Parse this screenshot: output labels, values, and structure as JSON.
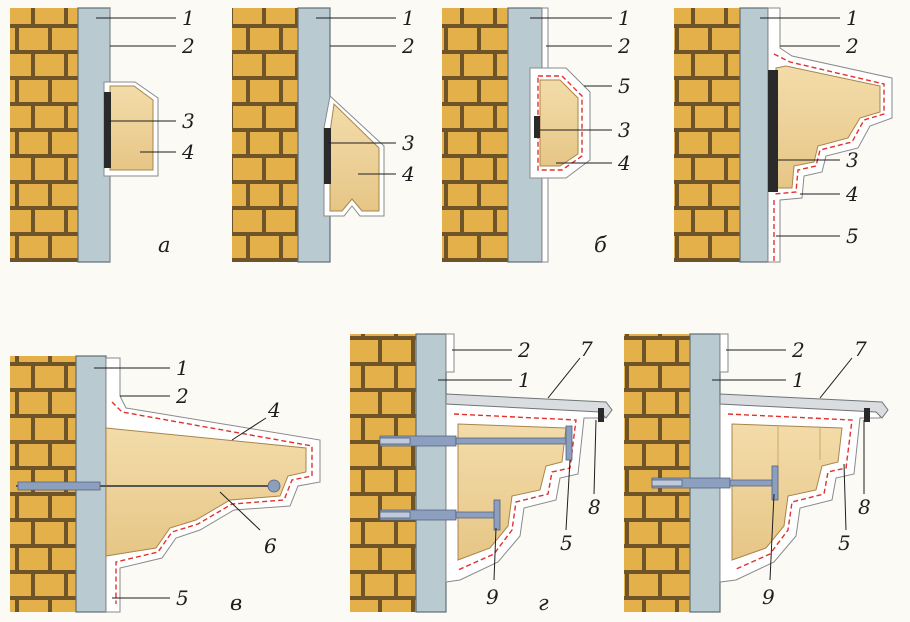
{
  "labels": {
    "n1": "1",
    "n2": "2",
    "n3": "3",
    "n4": "4",
    "n5": "5",
    "n6": "6",
    "n7": "7",
    "n8": "8",
    "n9": "9"
  },
  "captions": {
    "a": "а",
    "b": "б",
    "v": "в",
    "g": "г"
  },
  "colors": {
    "brick": "#e3b04a",
    "mortar": "#6e5428",
    "plaster": "#b9cad1",
    "foam": "#ecd29b",
    "reinforcing_mesh": "#e0322b",
    "dowel": "#8c9fbe"
  }
}
